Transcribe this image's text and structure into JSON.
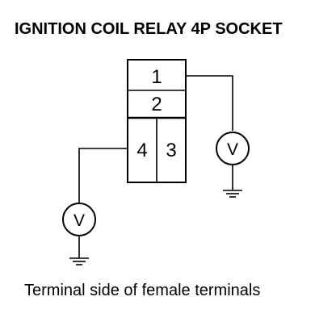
{
  "title": "IGNITION COIL RELAY 4P SOCKET",
  "socket": {
    "terminals": [
      "1",
      "2",
      "4",
      "3"
    ]
  },
  "meters": {
    "symbol": "V",
    "icon": "voltmeter-icon"
  },
  "ground": {
    "icon": "ground-icon"
  },
  "caption": "Terminal side of female terminals",
  "colors": {
    "line": "#000000",
    "background": "#ffffff"
  }
}
